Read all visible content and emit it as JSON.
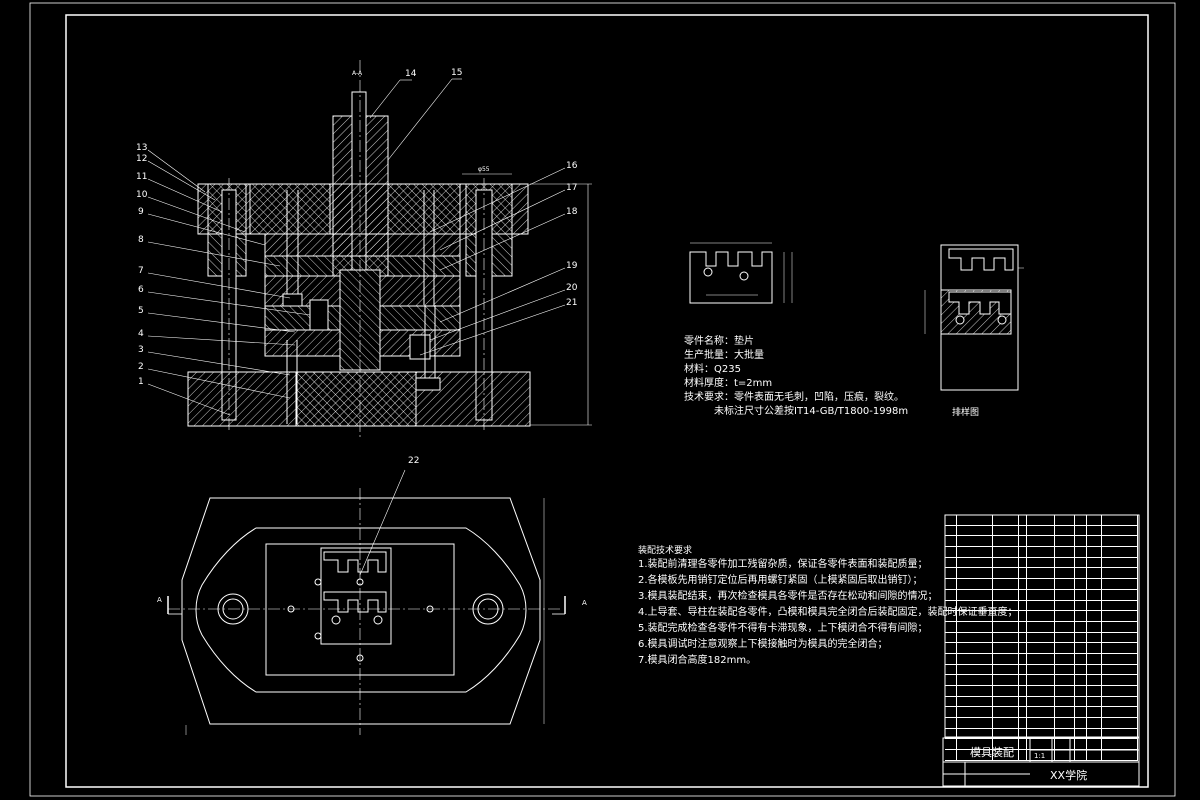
{
  "drawing": {
    "section_label": "A-A",
    "part_labels_left": [
      "13",
      "12",
      "11",
      "10",
      "9",
      "8",
      "7",
      "6",
      "5",
      "4",
      "3",
      "2",
      "1"
    ],
    "part_labels_right": [
      "16",
      "17",
      "18",
      "19",
      "20",
      "21"
    ],
    "part_labels_top": [
      "14",
      "15"
    ],
    "part_label_plan": "22",
    "dimension_top": "φ55",
    "section_marker": "A",
    "layout_caption": "排样图"
  },
  "part_notes": [
    "零件名称：垫片",
    "生产批量：大批量",
    "材料：Q235",
    "材料厚度：t=2mm",
    "技术要求：零件表面无毛刺，凹陷，压痕，裂纹。",
    "未标注尺寸公差按IT14-GB/T1800-1998m"
  ],
  "assembly_notes": {
    "heading": "装配技术要求",
    "items": [
      "1.装配前清理各零件加工残留杂质，保证各零件表面和装配质量；",
      "2.各模板先用销钉定位后再用螺钉紧固（上模紧固后取出销钉）；",
      "3.模具装配结束，再次检查模具各零件是否存在松动和间隙的情况；",
      "4.上导套、导柱在装配各零件，凸模和模具完全闭合后装配固定，装配时保证垂直度；",
      "5.装配完成检查各零件不得有卡滞现象，上下模闭合不得有间隙；",
      "6.模具调试时注意观察上下模接触时为模具的完全闭合；",
      "7.模具闭合高度182mm。"
    ]
  },
  "title_block": {
    "drawing_title": "模具装配",
    "scale": "1:1",
    "school": "XX学院"
  }
}
